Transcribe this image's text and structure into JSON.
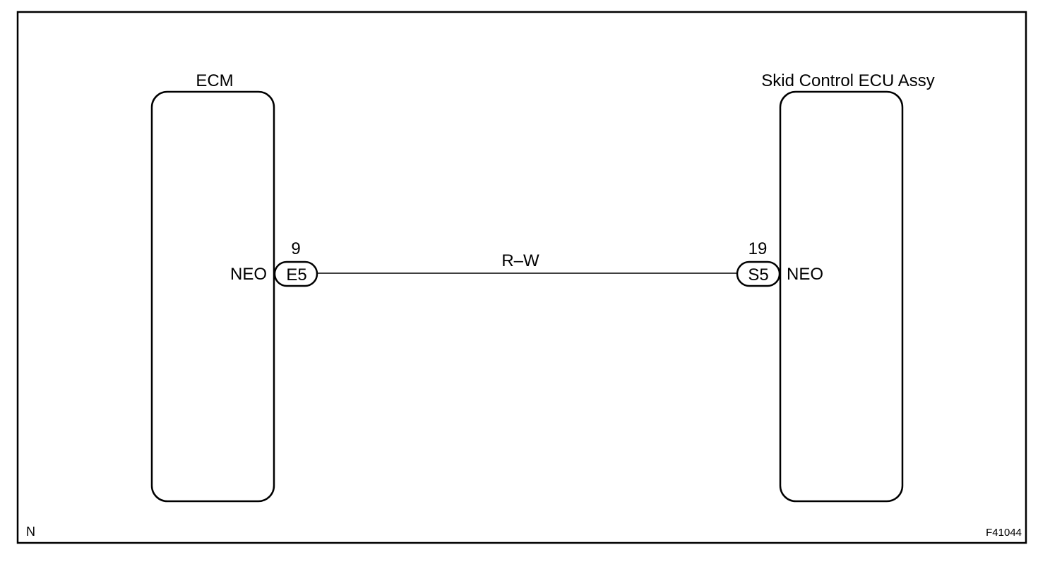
{
  "components": {
    "left": {
      "name": "ECM"
    },
    "right": {
      "name": "Skid Control ECU Assy"
    }
  },
  "terminals": {
    "left": {
      "signal": "NEO",
      "connector": "E5",
      "pin": "9"
    },
    "right": {
      "signal": "NEO",
      "connector": "S5",
      "pin": "19"
    }
  },
  "wire": {
    "color_code": "R–W"
  },
  "corner_marks": {
    "bottom_left": "N",
    "bottom_right": "F41044"
  }
}
